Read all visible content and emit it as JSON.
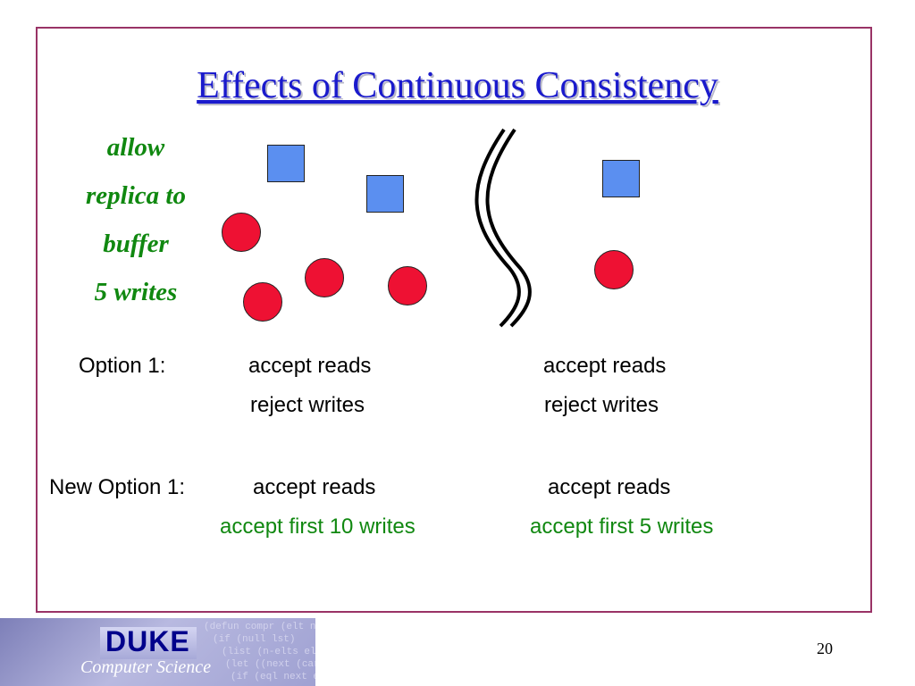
{
  "slide": {
    "title": "Effects of Continuous Consistency",
    "side_text": [
      "allow",
      "replica to",
      "buffer",
      "5 writes"
    ],
    "option1": {
      "label": "Option 1:",
      "left": [
        "accept reads",
        "reject writes"
      ],
      "right": [
        "accept reads",
        "reject writes"
      ]
    },
    "new_option1": {
      "label": "New Option 1:",
      "left": [
        "accept reads",
        "accept first 10 writes"
      ],
      "right": [
        "accept reads",
        "accept first 5 writes"
      ]
    },
    "page_number": "20"
  },
  "logo": {
    "brand": "DUKE",
    "subtitle": "Computer Science",
    "code_lines": [
      "(defun compr (elt n lst)",
      "(if (null lst)",
      "(list (n-elts elt n))",
      "(let ((next (car lst)))",
      "(if (eql next elt)"
    ]
  },
  "colors": {
    "title": "#1a1acc",
    "green_text": "#108810",
    "frame": "#993366",
    "square": "#5b8ff0",
    "circle": "#ee1133"
  },
  "icons": [
    "square-shape",
    "circle-shape",
    "partition-icon"
  ]
}
